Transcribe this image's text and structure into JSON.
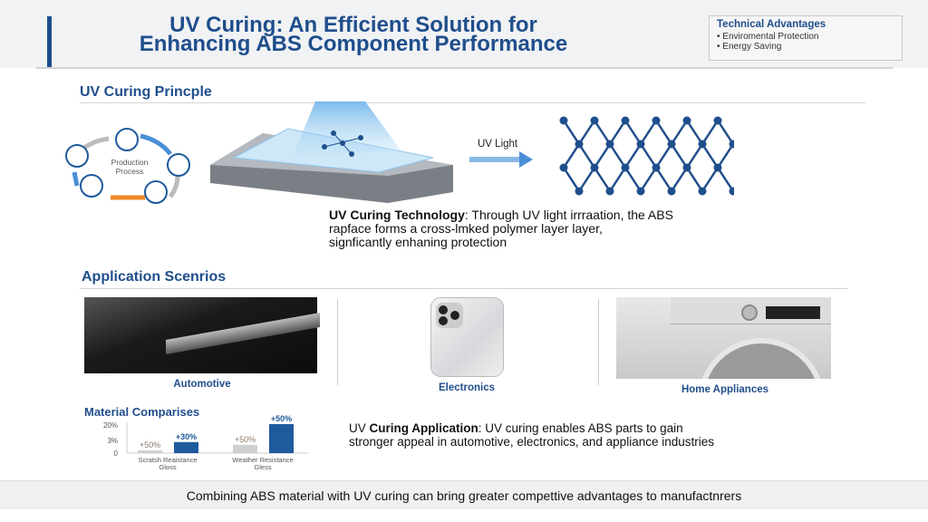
{
  "header": {
    "title_line1": "UV Curing: An Efficient Solution for",
    "title_line2": "Enhancing ABS Component Performance",
    "advantages": {
      "title": "Technical Advantages",
      "items": [
        "• Enviromental Protection",
        "• Energy Saving"
      ]
    }
  },
  "principle": {
    "heading": "UV Curing Princple",
    "cycle_label_1": "Production",
    "cycle_label_2": "Process",
    "uv_label": "UV Light",
    "desc_bold": "UV Curing Technology",
    "desc_line1": ": Through UV light irrraation, the ABS",
    "desc_line2": "rapface forms a cross-lmked polymer layer layer,",
    "desc_line3": "signficantly enhaning protection"
  },
  "applications": {
    "heading": "Application Scenrios",
    "items": [
      {
        "label": "Automotive"
      },
      {
        "label": "Electronics"
      },
      {
        "label": "Home Appliances"
      }
    ],
    "desc_prefix": "UV ",
    "desc_bold": "Curing Application",
    "desc_line1": ": UV curing enables ABS parts to gain",
    "desc_line2": "stronger appeal in automotive, electronics, and appliance industries"
  },
  "chart_data": {
    "type": "bar",
    "title": "Material Comparises",
    "yticks": [
      "20%",
      "3%",
      "0"
    ],
    "categories": [
      "Scratsh Reaistance Gloss",
      "Weather Resistance Gless"
    ],
    "category_lines": [
      [
        "Scratsh Reaistance",
        "Gloss"
      ],
      [
        "Weather Resistance",
        "Gless"
      ]
    ],
    "series": [
      {
        "name": "before",
        "color": "#cfcfcf",
        "values": [
          2,
          6
        ],
        "labels": [
          "+50%",
          "+50%"
        ]
      },
      {
        "name": "after",
        "color": "#1f5a9c",
        "values": [
          8,
          21
        ],
        "labels": [
          "+30%",
          "+50%"
        ]
      }
    ],
    "ylim": [
      0,
      21
    ]
  },
  "footer": {
    "text": "Combining ABS material with UV curing can bring greater compettive advantages to manufactnrers"
  },
  "colors": {
    "brand": "#1f4e8c",
    "accent": "#f08a24"
  }
}
